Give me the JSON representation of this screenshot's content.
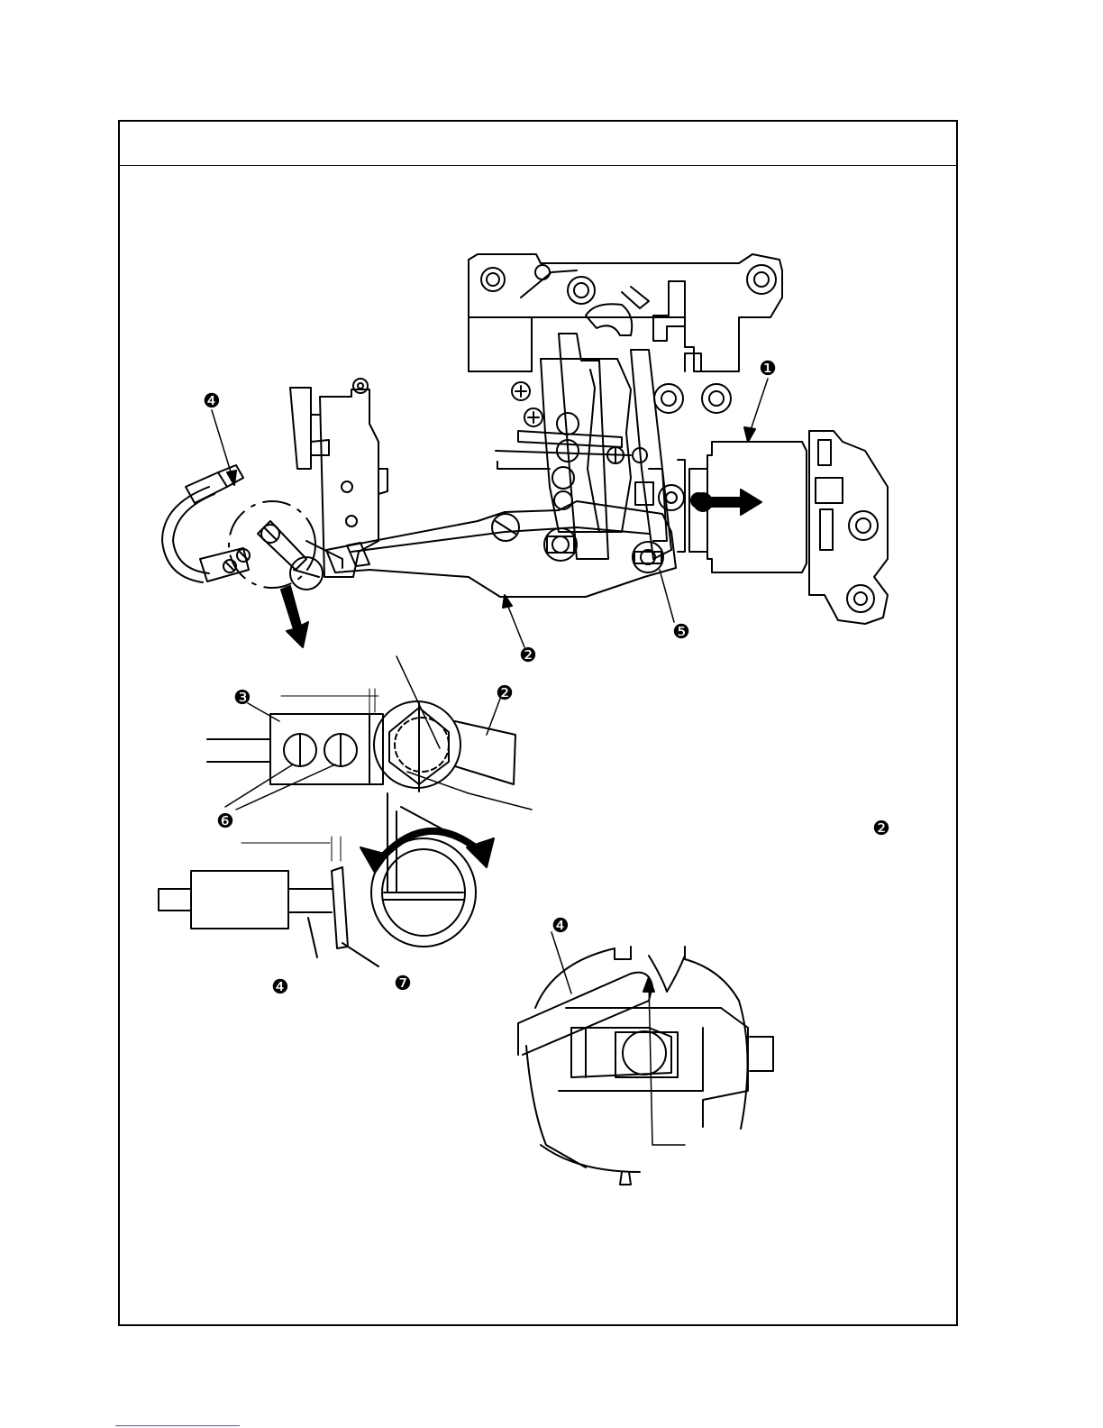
{
  "callouts": {
    "c1": "❶",
    "c2a": "❷",
    "c2b": "❷",
    "c2c": "❷",
    "c3": "❸",
    "c4a": "❹",
    "c4b": "❹",
    "c4c": "❹",
    "c5": "❺",
    "c6": "❻",
    "c7": "❼"
  }
}
